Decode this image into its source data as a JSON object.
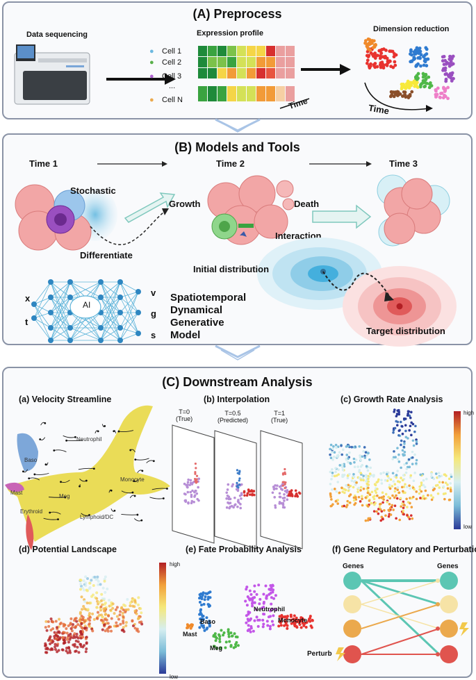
{
  "panelA": {
    "title": "(A) Preprocess",
    "data_sequencing": "Data sequencing",
    "expression_profile": "Expression profile",
    "cells": [
      "Cell 1",
      "Cell 2",
      "Cell 3",
      "...",
      "Cell N"
    ],
    "time_label": "Time",
    "dimension_reduction": "Dimension reduction",
    "time_arrow_label": "Time"
  },
  "panelB": {
    "title": "(B) Models and Tools",
    "time1": "Time 1",
    "time2": "Time 2",
    "time3": "Time 3",
    "stochastic": "Stochastic",
    "differentiate": "Differentiate",
    "growth": "Growth",
    "death": "Death",
    "interaction": "Interaction",
    "initial_distribution": "Initial distribution",
    "target_distribution": "Target distribution",
    "ai": "AI",
    "inputs": [
      "x",
      "t"
    ],
    "outputs": [
      "v",
      "g",
      "s"
    ],
    "model_lines": [
      "Spatiotemporal",
      "Dynamical",
      "Generative",
      "Model"
    ]
  },
  "panelC": {
    "title": "(C) Downstream Analysis",
    "a_title": "(a) Velocity Streamline",
    "a_labels": [
      "Neutrophil",
      "Baso",
      "Mast",
      "Monocyte",
      "Erythroid",
      "Meg",
      "Lymphoid/DC"
    ],
    "b_title": "(b) Interpolation",
    "b_frames": [
      {
        "t": "T=0",
        "note": "(True)"
      },
      {
        "t": "T=0.5",
        "note": "(Predicted)"
      },
      {
        "t": "T=1",
        "note": "(True)"
      }
    ],
    "c_title": "(c) Growth Rate Analysis",
    "scale_high": "high",
    "scale_low": "low",
    "d_title": "(d) Potential Landscape",
    "e_title": "(e) Fate Probability Analysis",
    "e_labels": [
      "Neutrophil",
      "Baso",
      "Monocyte",
      "Mast",
      "Meg"
    ],
    "f_title": "(f) Gene Regulatory and Perturbation",
    "genes_left": "Genes",
    "genes_right": "Genes",
    "perturb": "Perturb"
  },
  "colors": {
    "border": "#8a93a6",
    "arrow_blue": "#a9c4e6",
    "teal": "#5cc6b3",
    "yellow_light": "#f6e3a6",
    "orange": "#eba94d",
    "red": "#e0544e"
  }
}
